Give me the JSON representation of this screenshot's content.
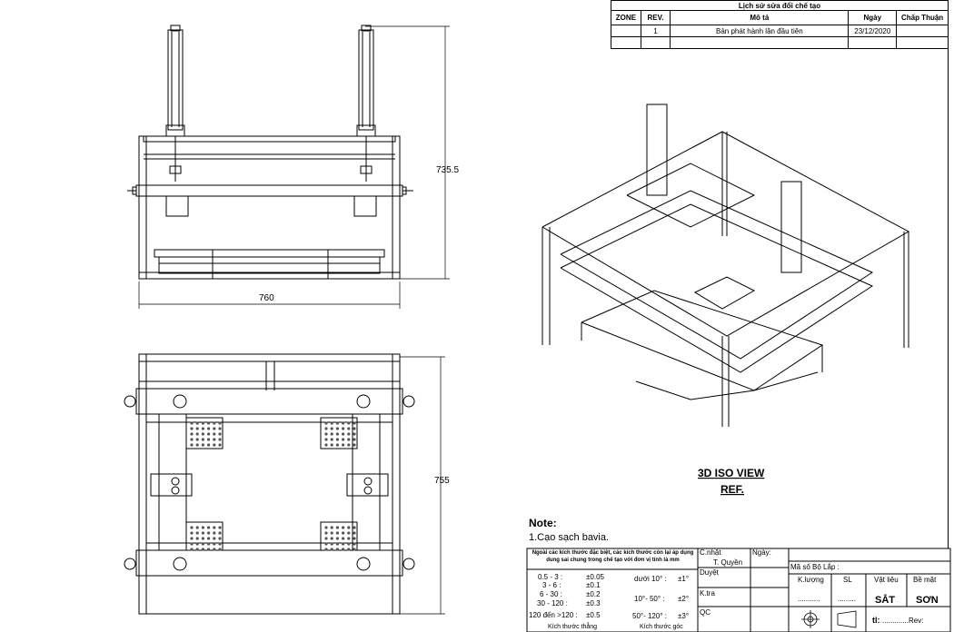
{
  "revision_history": {
    "caption": "Lịch sử sửa đổi chế tạo",
    "headers": [
      "ZONE",
      "REV.",
      "Mô tả",
      "Ngày",
      "Chấp Thuận"
    ],
    "rows": [
      {
        "zone": "",
        "rev": "1",
        "description": "Bản phát hành lần đầu tiên",
        "date": "23/12/2020",
        "approval": ""
      }
    ]
  },
  "dimensions": {
    "front_height": "735.5",
    "front_width": "760",
    "top_height": "755"
  },
  "iso_view": {
    "title": "3D ISO VIEW",
    "subtitle": "REF."
  },
  "notes": {
    "heading": "Note:",
    "items": [
      "1.Cạo sạch bavia."
    ]
  },
  "tolerance": {
    "header": "Ngoài các kích thước đặc biệt, các kích thước còn lại áp dụng dung sai chung trong chế tạo với đơn vị tính là mm",
    "linear": [
      {
        "range": "0.5 - 3 :",
        "tol": "±0.05"
      },
      {
        "range": "3 - 6 :",
        "tol": "±0.1"
      },
      {
        "range": "6 - 30 :",
        "tol": "±0.2"
      },
      {
        "range": "30 - 120 :",
        "tol": "±0.3"
      },
      {
        "range": "120 đến >120 :",
        "tol": "±0.5"
      }
    ],
    "angular": [
      {
        "range": "dưới 10° :",
        "tol": "±1°"
      },
      {
        "range": "10°- 50° :",
        "tol": "±2°"
      },
      {
        "range": "50°- 120° :",
        "tol": "±3°"
      }
    ],
    "linear_label": "Kích thước thẳng",
    "angular_label": "Kích thước góc"
  },
  "title_block": {
    "cnhat_label": "C.nhật",
    "cnhat_name": "T. Quyền",
    "ngay_label": "Ngày:",
    "duyet_label": "Duyệt",
    "ktra_label": "K.tra",
    "qc_label": "QC",
    "ma_so_label": "Mã số Bộ Lắp :",
    "kluong_label": "K.lượng",
    "sl_label": "SL",
    "vatlieu_label": "Vật liệu",
    "bemat_label": "Bề mặt",
    "kluong_value": "...........",
    "sl_value": ".........",
    "material": "SẮT",
    "surface": "SƠN",
    "scale_label": "tl:",
    "scale_value": ".............",
    "rev_label": "Rev:"
  }
}
